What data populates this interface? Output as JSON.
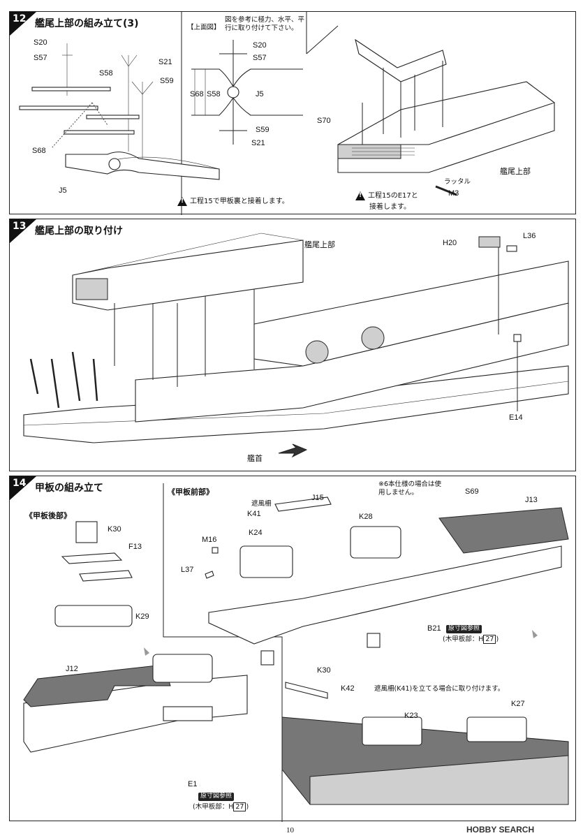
{
  "page": {
    "number": "10",
    "watermark": "HOBBY SEARCH"
  },
  "step12": {
    "number": "12",
    "title": "艦尾上部の組み立て(3)",
    "top_view_label": "【上面図】",
    "top_view_note": "図を参考に極力、水平、平行に取り付けて下さい。",
    "warning1": "工程15で甲板裏と接着します。",
    "warning2_line1": "工程15のE17と",
    "warning2_line2": "接着します。",
    "ladder_label": "ラッタル",
    "stern_label": "艦尾上部",
    "parts_left": [
      "S20",
      "S57",
      "S21",
      "S58",
      "S59",
      "S68",
      "J5"
    ],
    "parts_top": [
      "S20",
      "S57",
      "S68",
      "S58",
      "J5",
      "S59",
      "S21"
    ],
    "parts_right": [
      "S70",
      "M3"
    ]
  },
  "step13": {
    "number": "13",
    "title": "艦尾上部の取り付け",
    "stern_label": "艦尾上部",
    "bow_label": "艦首",
    "parts": [
      "H20",
      "L36",
      "E14"
    ]
  },
  "step14": {
    "number": "14",
    "title": "甲板の組み立て",
    "aft_label": "《甲板後部》",
    "fwd_label": "《甲板前部》",
    "screen_label": "遮風柵",
    "note6": "※6本仕様の場合は使用しません。",
    "k42_note": "遮風柵(K41)を立てる場合に取り付けます。",
    "ref_badge": "原寸図参照",
    "wood_e1": "(木甲板部：H",
    "wood_b21": "(木甲板部：H",
    "wood_num": "27",
    "parts_aft": [
      "K30",
      "F13",
      "K29",
      "J12",
      "E1"
    ],
    "parts_fwd": [
      "K41",
      "J15",
      "M16",
      "K24",
      "K28",
      "L37",
      "S69",
      "J13",
      "B21",
      "K30",
      "K42",
      "K23",
      "K27"
    ]
  }
}
